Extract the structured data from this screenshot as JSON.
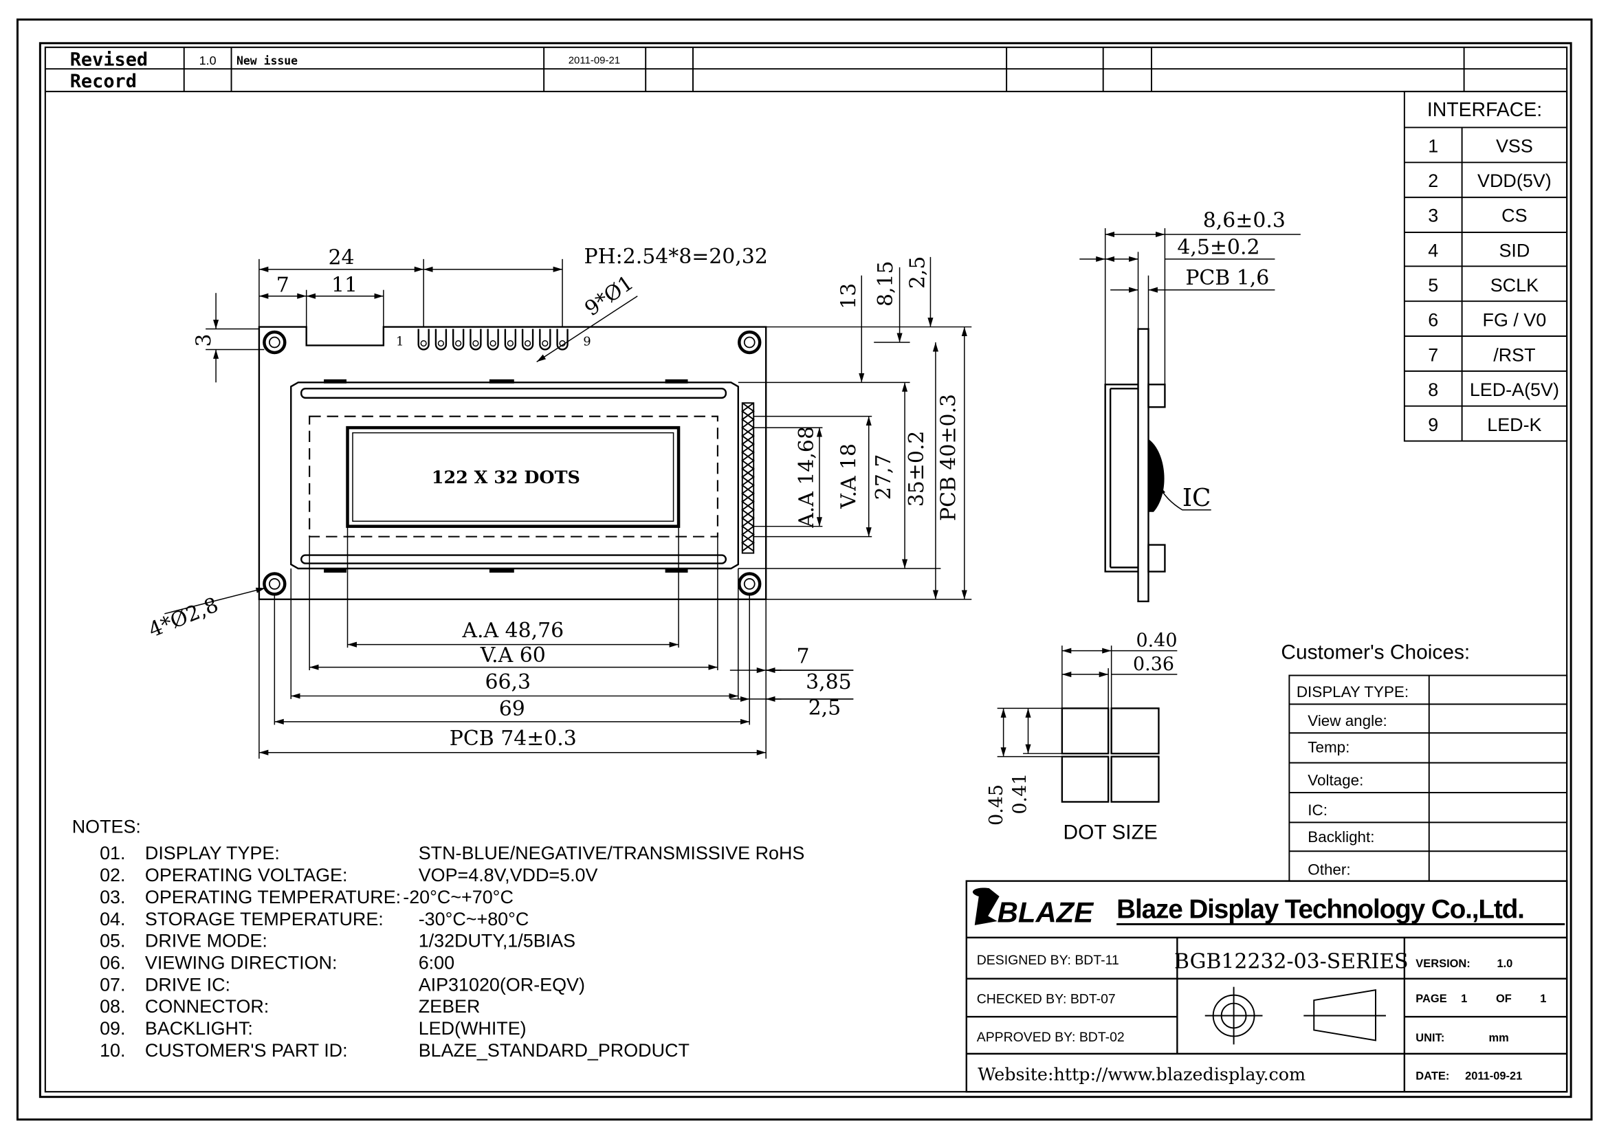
{
  "revision": {
    "label": "Revised\nRecord",
    "rows": [
      {
        "version": "1.0",
        "description": "New issue",
        "date": "2011-09-21"
      }
    ]
  },
  "interface": {
    "title": "INTERFACE:",
    "pins": [
      {
        "no": "1",
        "name": "VSS"
      },
      {
        "no": "2",
        "name": "VDD(5V)"
      },
      {
        "no": "3",
        "name": "CS"
      },
      {
        "no": "4",
        "name": "SID"
      },
      {
        "no": "5",
        "name": "SCLK"
      },
      {
        "no": "6",
        "name": "FG / V0"
      },
      {
        "no": "7",
        "name": "/RST"
      },
      {
        "no": "8",
        "name": "LED-A(5V)"
      },
      {
        "no": "9",
        "name": "LED-K"
      }
    ]
  },
  "front_view": {
    "display_text": "122 X 32 DOTS",
    "pin_first": "1",
    "pin_last": "9",
    "dims": {
      "top_24": "24",
      "top_7": "7",
      "top_11": "11",
      "pitch": "PH:2.54*8=20,32",
      "pin_hole": "9*Ø1",
      "left_3": "3",
      "mount_hole": "4*Ø2,8",
      "aa_w": "A.A 48,76",
      "va_w": "V.A 60",
      "w_663": "66,3",
      "w_69": "69",
      "pcb_w": "PCB 74±0.3",
      "r_7": "7",
      "r_385": "3,85",
      "r_25": "2,5",
      "v_13": "13",
      "v_815": "8,15",
      "v_25": "2,5",
      "aa_h": "A.A 14,68",
      "va_h": "V.A 18",
      "h_277": "27,7",
      "h_35": "35±0.2",
      "pcb_h": "PCB 40±0.3"
    }
  },
  "side_view": {
    "dim_total": "8,6±0.3",
    "dim_45": "4,5±0.2",
    "dim_pcb": "PCB 1,6",
    "ic_label": "IC"
  },
  "dot_size": {
    "title": "DOT SIZE",
    "w_outer": "0.40",
    "w_inner": "0.36",
    "h_outer": "0.45",
    "h_inner": "0.41"
  },
  "notes": {
    "title": "NOTES:",
    "items": [
      {
        "no": "01.",
        "label": "DISPLAY TYPE:",
        "value": "STN-BLUE/NEGATIVE/TRANSMISSIVE RoHS"
      },
      {
        "no": "02.",
        "label": "OPERATING VOLTAGE:",
        "value": "VOP=4.8V,VDD=5.0V"
      },
      {
        "no": "03.",
        "label": "OPERATING TEMPERATURE:",
        "value": "-20°C~+70°C"
      },
      {
        "no": "04.",
        "label": "STORAGE TEMPERATURE:",
        "value": "-30°C~+80°C"
      },
      {
        "no": "05.",
        "label": "DRIVE MODE:",
        "value": "1/32DUTY,1/5BIAS"
      },
      {
        "no": "06.",
        "label": "VIEWING DIRECTION:",
        "value": "6:00"
      },
      {
        "no": "07.",
        "label": "DRIVE IC:",
        "value": "AIP31020(OR-EQV)"
      },
      {
        "no": "08.",
        "label": "CONNECTOR:",
        "value": "ZEBER"
      },
      {
        "no": "09.",
        "label": "BACKLIGHT:",
        "value": "LED(WHITE)"
      },
      {
        "no": "10.",
        "label": "CUSTOMER'S PART ID:",
        "value": "BLAZE_STANDARD_PRODUCT"
      }
    ]
  },
  "customer_choices": {
    "title": "Customer's  Choices:",
    "rows": [
      "DISPLAY TYPE:",
      "View angle:",
      "Temp:",
      "Voltage:",
      "IC:",
      "Backlight:",
      "Other:"
    ]
  },
  "title_block": {
    "logo": "BLAZE",
    "company": "Blaze Display Technology Co.,Ltd.",
    "designed": "DESIGNED  BY:  BDT-11",
    "checked": "CHECKED  BY:  BDT-07",
    "approved": "APPROVED  BY: BDT-02",
    "part_no": "BGB12232-03-SERIES",
    "version_label": "VERSION:",
    "version": "1.0",
    "page_label": "PAGE",
    "page": "1",
    "of_label": "OF",
    "of": "1",
    "unit_label": "UNIT:",
    "unit": "mm",
    "date_label": "DATE:",
    "date": "2011-09-21",
    "website": "Website:http://www.blazedisplay.com"
  }
}
